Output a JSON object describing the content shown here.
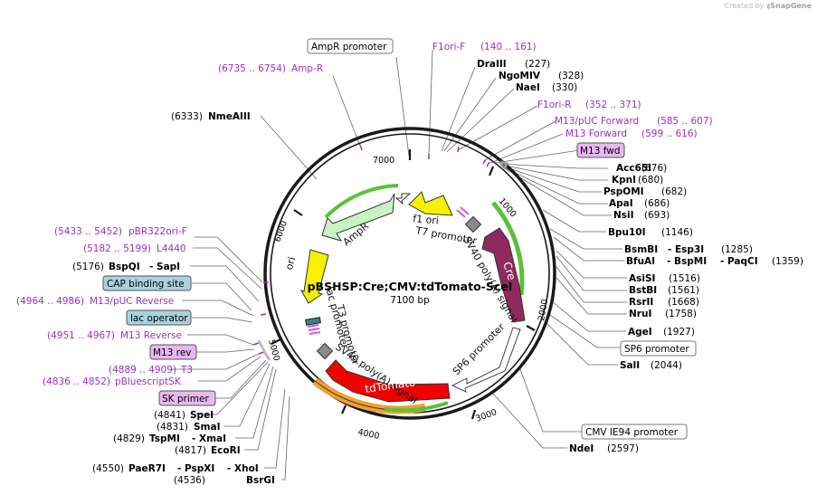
{
  "credit": {
    "prefix": "Created by",
    "brand": "SnapGene"
  },
  "plasmid": {
    "name": "pBSHSP:Cre;CMV:tdTomato-SceI",
    "size": "7100 bp"
  },
  "ticks": [
    "1000",
    "2000",
    "3000",
    "4000",
    "5000",
    "6000",
    "7000"
  ],
  "features": {
    "f1_ori": "f1 ori",
    "t7_promoter": "T7 promoter",
    "sv40_polyA_top": "SV40 poly(A) signal",
    "cre": "Cre",
    "sp6_promoter": "SP6 promoter",
    "sv40_polyA_bottom": "SV40 poly(A) signal",
    "tdtomato": "tdTomato",
    "t3_promoter": "T3 promoter",
    "lac_promoter": "lac promoter",
    "ori": "ori",
    "ampr": "AmpR"
  },
  "boxed_labels": {
    "ampr_promoter": "AmpR promoter",
    "m13_fwd": "M13 fwd",
    "sp6_promoter": "SP6 promoter",
    "cmv_ie94_promoter": "CMV IE94 promoter",
    "cap_binding_site": "CAP binding site",
    "lac_operator": "lac operator",
    "m13_rev": "M13 rev",
    "sk_primer": "SK primer"
  },
  "primers": {
    "f1ori_f_name": "F1ori-F",
    "f1ori_f_range": "(140 .. 161)",
    "amp_r_range": "(6735 .. 6754)",
    "amp_r_name": "Amp-R",
    "f1ori_r_name": "F1ori-R",
    "f1ori_r_range": "(352 .. 371)",
    "m13puc_fwd_name": "M13/pUC Forward",
    "m13puc_fwd_range": "(585 .. 607)",
    "m13_fwd_name": "M13 Forward",
    "m13_fwd_range": "(599 .. 616)",
    "pbr322_range": "(5433 .. 5452)",
    "pbr322_name": "pBR322ori-F",
    "l4440_range": "(5182 .. 5199)",
    "l4440_name": "L4440",
    "m13puc_rev_range": "(4964 .. 4986)",
    "m13puc_rev_name": "M13/pUC Reverse",
    "m13_rev_range": "(4951 .. 4967)",
    "m13_rev_name": "M13 Reverse",
    "t3_range": "(4889 .. 4909)",
    "t3_name": "T3",
    "pbluescript_range": "(4836 .. 4852)",
    "pbluescript_name": "pBluescriptSK"
  },
  "enzymes": {
    "draiii": "DraIII",
    "draiii_pos": "(227)",
    "ngomiv": "NgoMIV",
    "ngomiv_pos": "(328)",
    "naei": "NaeI",
    "naei_pos": "(330)",
    "nmeaiii_pos": "(6333)",
    "nmeaiii": "NmeAIII",
    "acc65i": "Acc65I",
    "acc65i_pos": "(676)",
    "kpni": "KpnI",
    "kpni_pos": "(680)",
    "pspomi": "PspOMI",
    "pspomi_pos": "(682)",
    "apai": "ApaI",
    "apai_pos": "(686)",
    "nsii": "NsiI",
    "nsii_pos": "(693)",
    "bpu10i": "Bpu10I",
    "bpu10i_pos": "(1146)",
    "bsmbi": "BsmBI",
    "esp3i": "- Esp3I",
    "bsmbi_pos": "(1285)",
    "bfuai": "BfuAI",
    "bspmi": "- BspMI",
    "paqci": "- PaqCI",
    "bfuai_pos": "(1359)",
    "asisi": "AsiSI",
    "asisi_pos": "(1516)",
    "bstbi": "BstBI",
    "bstbi_pos": "(1561)",
    "rsrii": "RsrII",
    "rsrii_pos": "(1668)",
    "irui": "NruI",
    "nrui_pos": "(1758)",
    "agei": "AgeI",
    "agei_pos": "(1927)",
    "sali": "SalI",
    "sali_pos": "(2044)",
    "ndei": "NdeI",
    "ndei_pos": "(2597)",
    "bspqi_pos": "(5176)",
    "bspqi": "BspQI",
    "sapi": "- SapI",
    "spei_pos": "(4841)",
    "spei": "SpeI",
    "smai_pos": "(4831)",
    "smai": "SmaI",
    "tspmi_pos": "(4829)",
    "tspmi": "TspMI",
    "xmai": "- XmaI",
    "ecori_pos": "(4817)",
    "ecori": "EcoRI",
    "paer7i_pos": "(4550)",
    "paer7i": "PaeR7I",
    "pspxi": "- PspXI",
    "xhoi": "- XhoI",
    "bsrgi_pos": "(4536)",
    "bsrgi": "BsrGI"
  },
  "colors": {
    "backbone": "#1a1a1a",
    "ampr": "#c7f5c2",
    "ori": "#f7f000",
    "f1_ori": "#f7f000",
    "cre": "#8e2a5e",
    "tdtomato": "#f20000",
    "promoter_outline": "#444444",
    "polyA": "#8a8a8a",
    "primer": "#9b30c0",
    "gc_green": "#5bc236",
    "gc_orange": "#f0a030",
    "box_blue": "#a9d2de",
    "box_purple": "#e7b8ef"
  }
}
